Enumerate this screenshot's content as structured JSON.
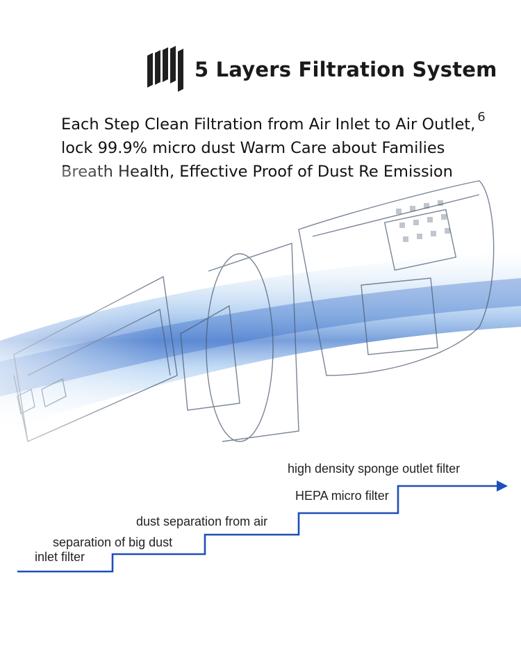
{
  "header": {
    "title": "5 Layers Filtration System",
    "logo_icon": "layers-filter-icon"
  },
  "description": {
    "line1": "Each Step Clean Filtration from Air Inlet to Air Outlet,",
    "line1_sup": "6",
    "line2": "lock 99.9% micro dust Warm Care about Families",
    "line3": "Breath Health, Effective Proof of Dust Re Emission"
  },
  "hero": {
    "icon": "vacuum-cutaway-illustration",
    "accent_color": "#2a6fd0"
  },
  "steps": {
    "line_color": "#1d4fb8",
    "items": [
      "inlet filter",
      "separation of big dust",
      "dust separation from air",
      "HEPA micro filter",
      "high density sponge outlet filter"
    ]
  }
}
